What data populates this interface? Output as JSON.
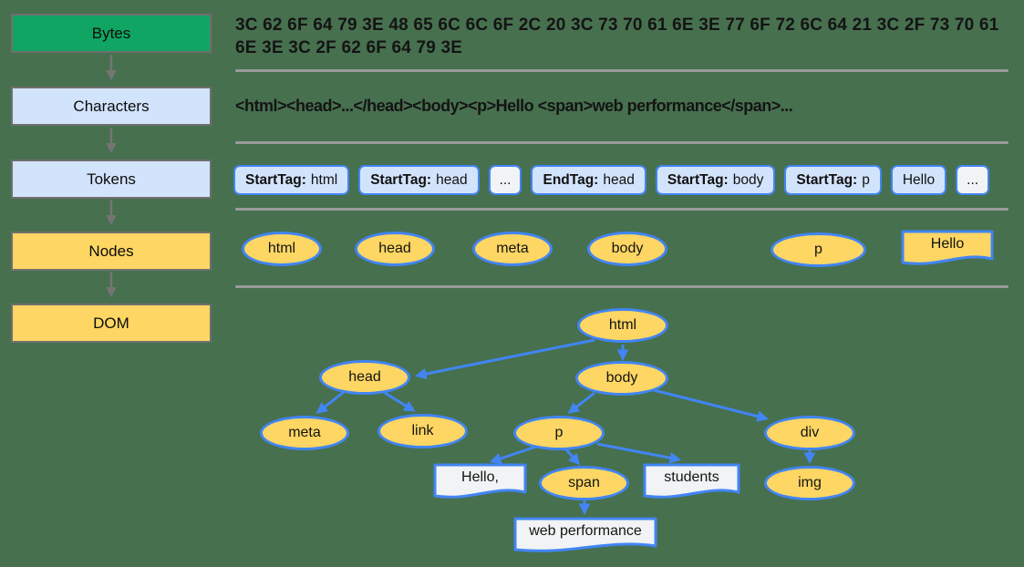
{
  "colors": {
    "background": "#47704F",
    "accent_blue": "#4285F4",
    "token_fill_blue": "#D2E3FC",
    "node_fill_yellow": "#FDD663",
    "bytes_fill_green": "#11A563",
    "text_node_fill": "#F1F3F4",
    "stage_border_gray": "#6f6f6f",
    "separator_gray": "#9B9B9B"
  },
  "pipeline": {
    "stages": [
      {
        "label": "Bytes",
        "fill": "green"
      },
      {
        "label": "Characters",
        "fill": "blue"
      },
      {
        "label": "Tokens",
        "fill": "blue"
      },
      {
        "label": "Nodes",
        "fill": "yellow"
      },
      {
        "label": "DOM",
        "fill": "yellow"
      }
    ]
  },
  "bytes_row": {
    "lines": [
      "3C 62 6F 64 79 3E 48 65 6C 6C 6F 2C 20 3C 73 70 61 6E 3E 77 6F 72 6C 64 21 3C 2F 73 70 61",
      "6E 3E 3C 2F 62 6F 64 79 3E"
    ]
  },
  "characters_row": {
    "text": "<html><head>...</head><body><p>Hello <span>web performance</span>..."
  },
  "tokens_row": {
    "items": [
      {
        "bold": "StartTag:",
        "text": "html",
        "variant": "tag"
      },
      {
        "bold": "StartTag:",
        "text": "head",
        "variant": "tag"
      },
      {
        "text": "...",
        "variant": "ellipsis"
      },
      {
        "bold": "EndTag:",
        "text": "head",
        "variant": "tag"
      },
      {
        "bold": "StartTag:",
        "text": "body",
        "variant": "tag"
      },
      {
        "bold": "StartTag:",
        "text": "p",
        "variant": "tag"
      },
      {
        "text": "Hello",
        "variant": "text"
      },
      {
        "text": "...",
        "variant": "ellipsis"
      }
    ]
  },
  "nodes_row": {
    "items": [
      {
        "label": "html",
        "shape": "ellipse"
      },
      {
        "label": "head",
        "shape": "ellipse"
      },
      {
        "label": "meta",
        "shape": "ellipse"
      },
      {
        "label": "body",
        "shape": "ellipse"
      },
      {
        "label": "p",
        "shape": "ellipse"
      },
      {
        "label": "Hello",
        "shape": "document",
        "fill": "#FDD663"
      }
    ]
  },
  "dom_tree": {
    "nodes": [
      {
        "id": "html",
        "label": "html",
        "shape": "ellipse"
      },
      {
        "id": "head",
        "label": "head",
        "shape": "ellipse"
      },
      {
        "id": "body",
        "label": "body",
        "shape": "ellipse"
      },
      {
        "id": "meta",
        "label": "meta",
        "shape": "ellipse"
      },
      {
        "id": "link",
        "label": "link",
        "shape": "ellipse"
      },
      {
        "id": "p",
        "label": "p",
        "shape": "ellipse"
      },
      {
        "id": "div",
        "label": "div",
        "shape": "ellipse"
      },
      {
        "id": "hello",
        "label": "Hello,",
        "shape": "document"
      },
      {
        "id": "span",
        "label": "span",
        "shape": "ellipse"
      },
      {
        "id": "students",
        "label": "students",
        "shape": "document"
      },
      {
        "id": "img",
        "label": "img",
        "shape": "ellipse"
      },
      {
        "id": "webperf",
        "label": "web performance",
        "shape": "document"
      }
    ],
    "edges": [
      [
        "html",
        "head"
      ],
      [
        "html",
        "body"
      ],
      [
        "head",
        "meta"
      ],
      [
        "head",
        "link"
      ],
      [
        "body",
        "p"
      ],
      [
        "body",
        "div"
      ],
      [
        "p",
        "hello"
      ],
      [
        "p",
        "span"
      ],
      [
        "p",
        "students"
      ],
      [
        "span",
        "webperf"
      ],
      [
        "div",
        "img"
      ]
    ]
  }
}
